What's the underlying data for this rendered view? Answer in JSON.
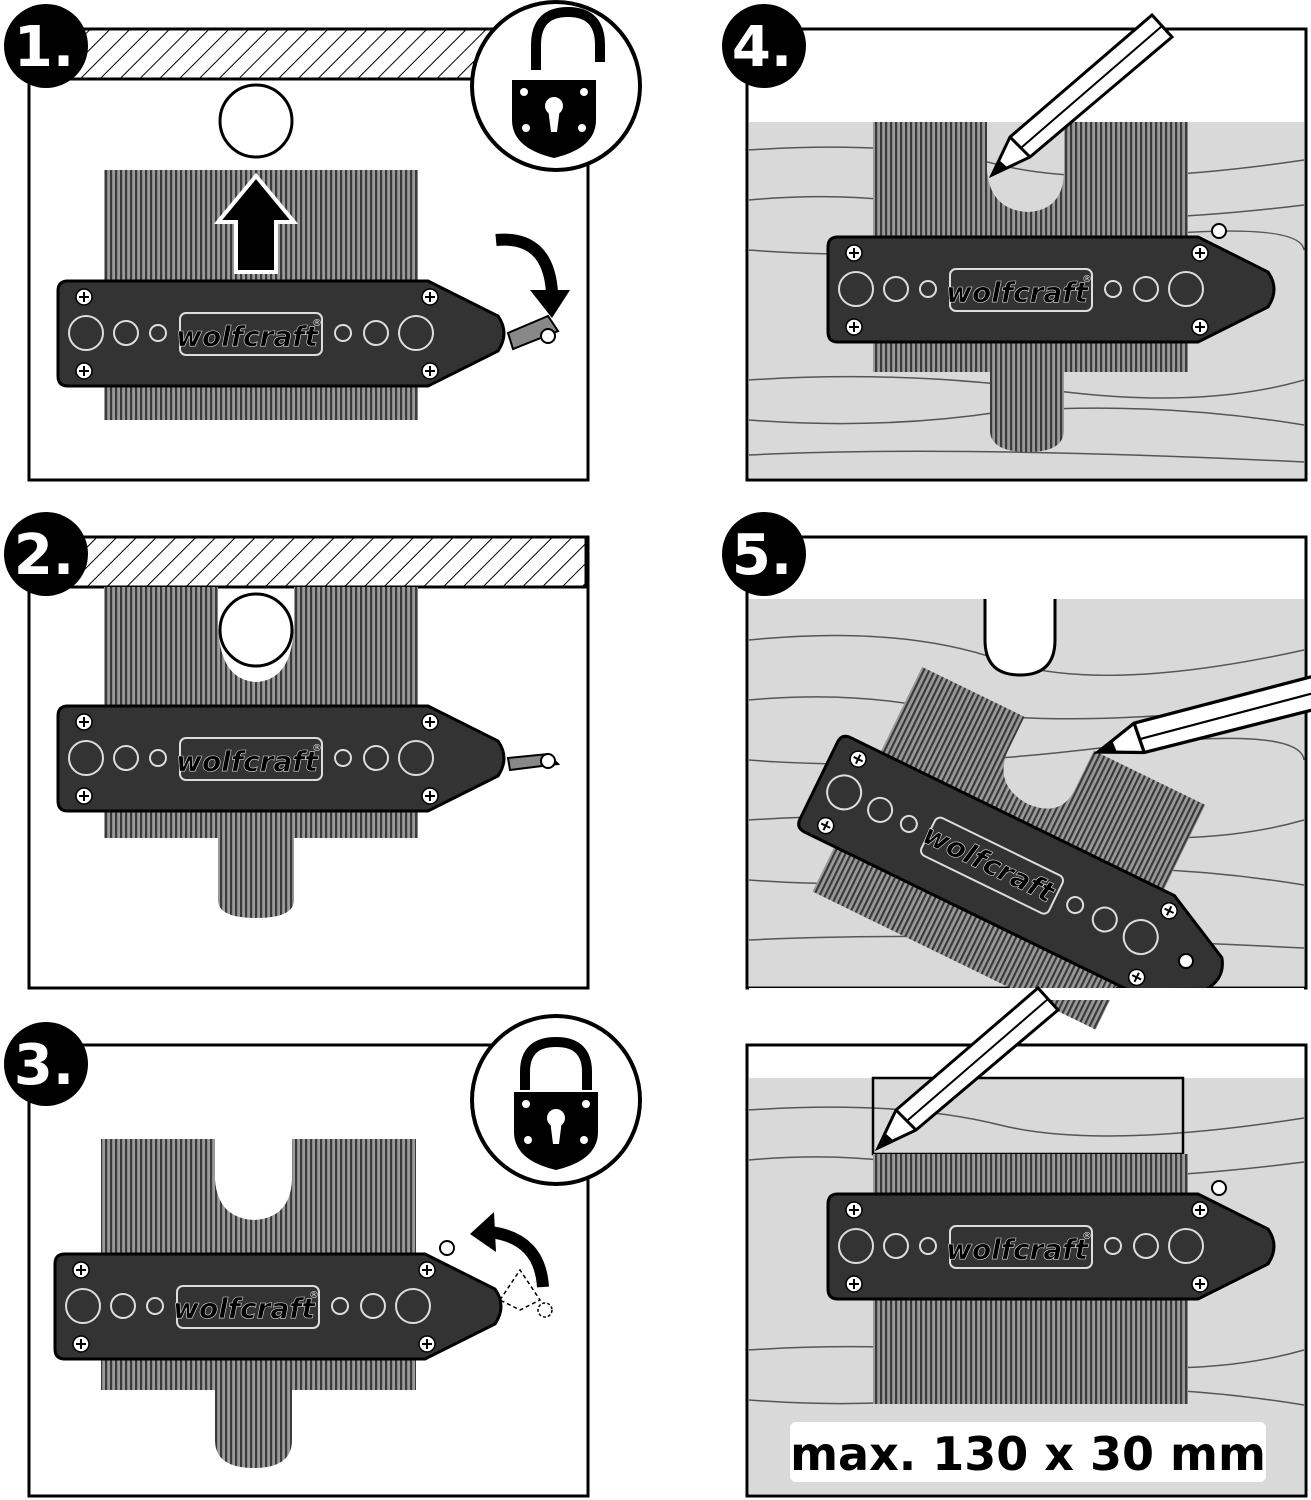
{
  "steps": [
    {
      "number": "1.",
      "lock_icon": "padlock-open-icon",
      "arrows": [
        "arrow-up-icon",
        "arrow-curved-clockwise-icon"
      ]
    },
    {
      "number": "2."
    },
    {
      "number": "3.",
      "lock_icon": "padlock-closed-icon",
      "arrows": [
        "arrow-curved-counterclockwise-icon"
      ]
    },
    {
      "number": "4.",
      "tool_icon": "pencil-icon"
    },
    {
      "number": "5.",
      "tool_icon": "pencil-icon"
    },
    {
      "number": "",
      "tool_icon": "pencil-icon"
    }
  ],
  "gauge": {
    "brand": "wolfcraft",
    "registered": "®"
  },
  "max_size": {
    "label": "max. 130 x 30 mm"
  },
  "colors": {
    "ink": "#000000",
    "gauge_body": "#333333",
    "needles": "#808080",
    "wood": "#d9d9d9",
    "panel": "#ffffff"
  }
}
